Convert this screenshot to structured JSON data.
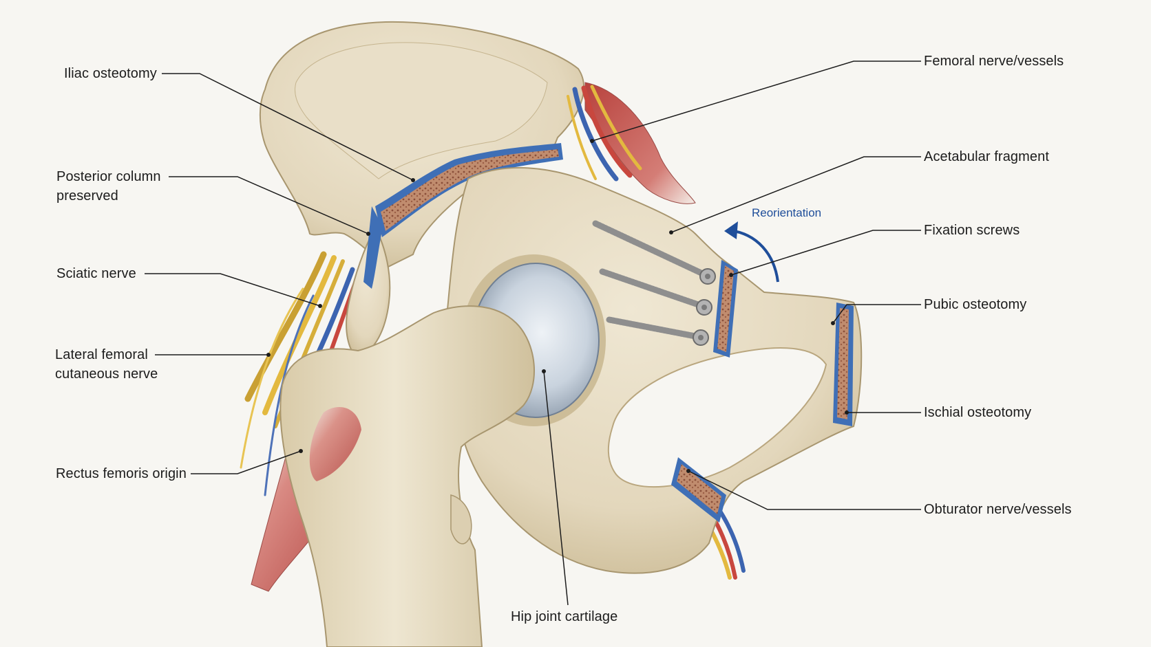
{
  "labels": {
    "iliac_osteotomy": "Iliac osteotomy",
    "posterior_column": "Posterior column\npreserved",
    "sciatic_nerve": "Sciatic nerve",
    "lateral_femoral_cutaneous": "Lateral femoral\ncutaneous nerve",
    "rectus_femoris": "Rectus femoris origin",
    "femoral_nerve_vessels": "Femoral nerve/vessels",
    "acetabular_fragment": "Acetabular fragment",
    "fixation_screws": "Fixation screws",
    "pubic_osteotomy": "Pubic osteotomy",
    "ischial_osteotomy": "Ischial osteotomy",
    "obturator_nerve_vessels": "Obturator nerve/vessels",
    "hip_joint_cartilage": "Hip joint cartilage"
  },
  "annotations": {
    "reorientation": "Reorientation"
  },
  "colors": {
    "bone": "#e6dcc4",
    "bone_shadow": "#c9b993",
    "cancellous": "#b4775d",
    "cortex_blue": "#3f6fb6",
    "nerve": "#e3b93f",
    "artery": "#c8473e",
    "vein": "#3c64b0",
    "muscle": "#c45a55",
    "cartilage": "#c7d2de",
    "screw": "#9a9a9a",
    "accent": "#1f4e9a"
  }
}
